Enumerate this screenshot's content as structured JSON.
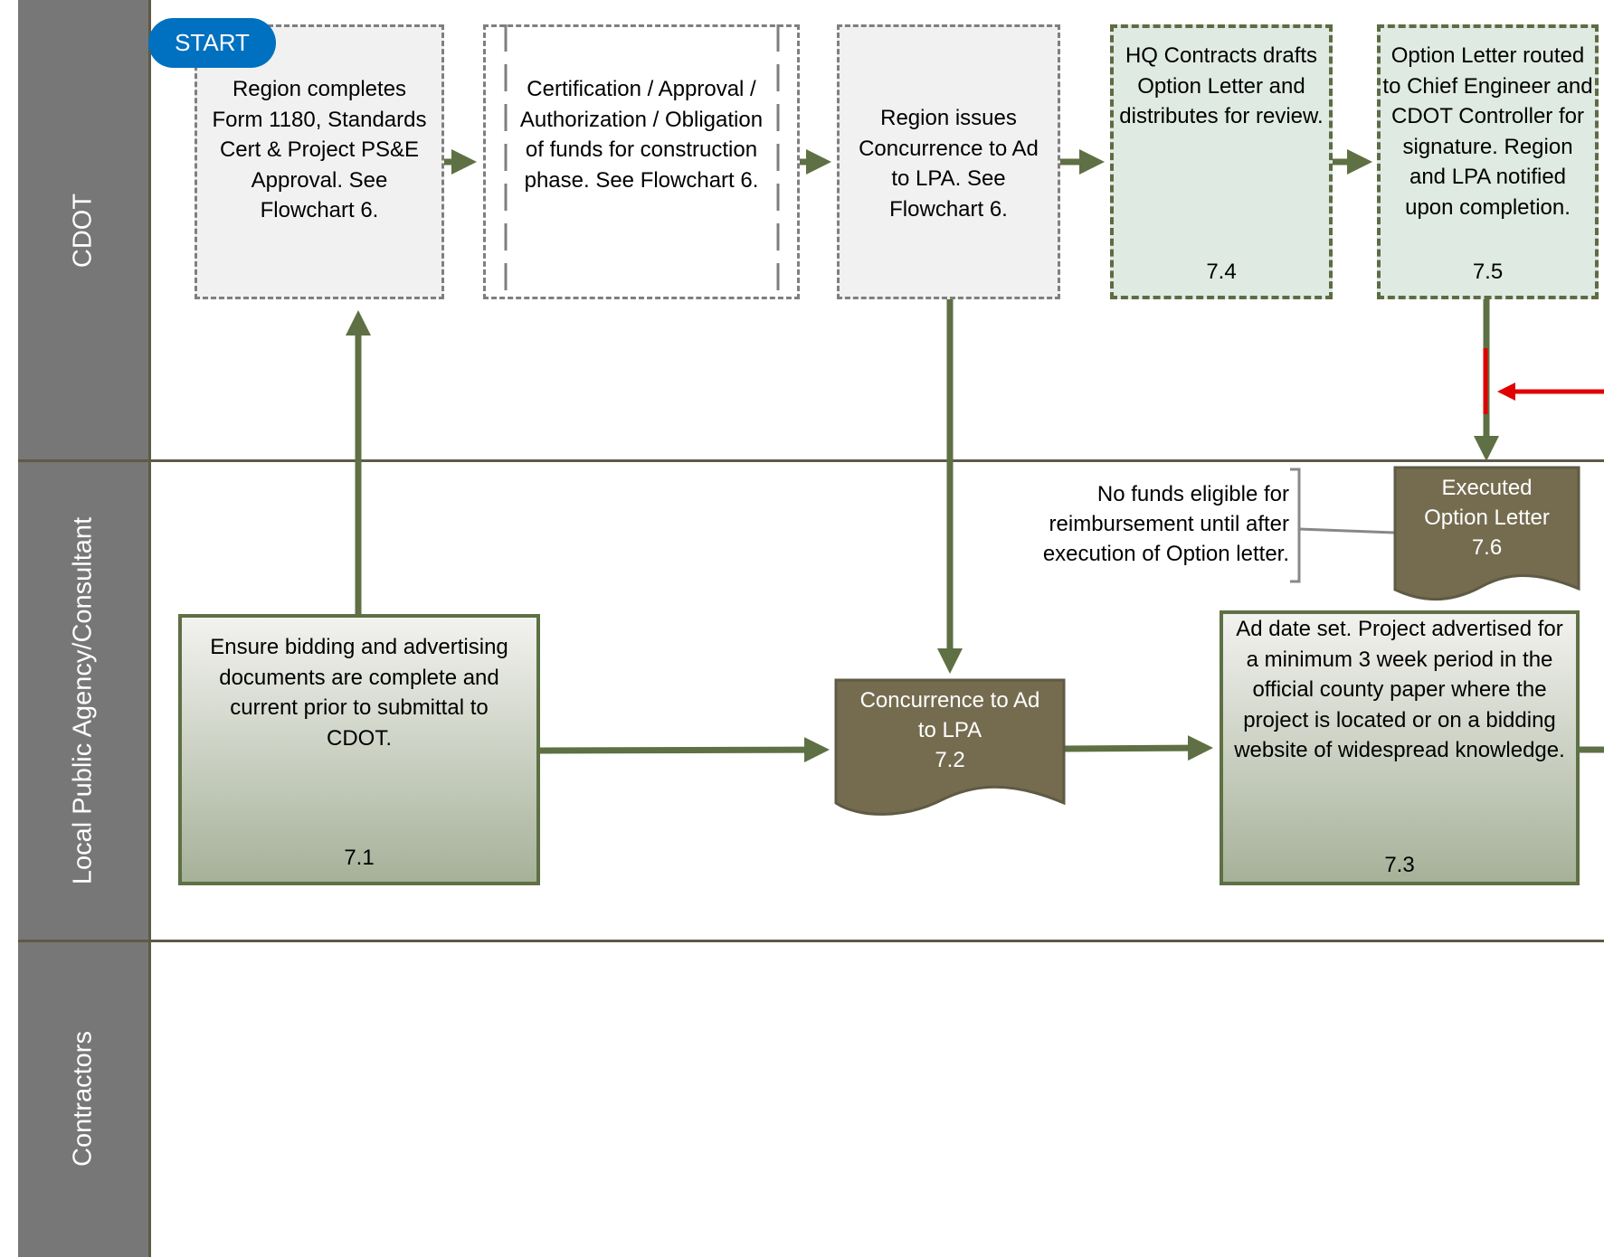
{
  "lanes": [
    {
      "label": "CDOT"
    },
    {
      "label": "Local Public Agency/Consultant"
    },
    {
      "label": "Contractors"
    }
  ],
  "start": {
    "label": "START"
  },
  "steps": {
    "s_1180": {
      "text": "Region completes Form 1180, Standards Cert & Project PS&E Approval.  See Flowchart 6."
    },
    "s_cert": {
      "text": "Certification / Approval / Authorization / Obligation of funds for construction phase. See Flowchart 6."
    },
    "s_conc": {
      "text": "Region issues Concurrence to Ad to LPA.  See Flowchart 6."
    },
    "s74": {
      "text": "HQ Contracts drafts Option Letter and distributes for review.",
      "num": "7.4"
    },
    "s75": {
      "text": "Option Letter routed to Chief Engineer and CDOT Controller for signature. Region and LPA notified upon completion.",
      "num": "7.5"
    },
    "s71": {
      "text": "Ensure bidding and advertising documents are complete and current prior to submittal to CDOT.",
      "num": "7.1"
    },
    "s73": {
      "text": "Ad date set.  Project advertised for a minimum 3 week period in the official county paper where the project is located or on a bidding website of widespread knowledge.",
      "num": "7.3"
    }
  },
  "documents": {
    "d72": {
      "text": "Concurrence to Ad to LPA",
      "num": "7.2"
    },
    "d76": {
      "text": "Executed Option Letter",
      "num": "7.6"
    }
  },
  "annotation": {
    "text": "No funds eligible for reimbursement until after execution of Option letter."
  },
  "colors": {
    "arrow": "#5e7044",
    "document": "#756c50",
    "start": "#0070c0",
    "red_arrow": "#e00000",
    "lane_header": "#777777"
  }
}
